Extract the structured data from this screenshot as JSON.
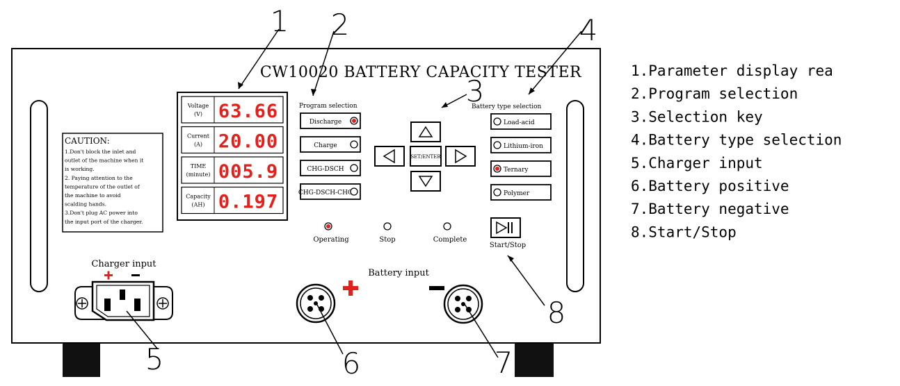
{
  "title": "CW10020 BATTERY CAPACITY TESTER",
  "callout_numbers": [
    "1",
    "2",
    "3",
    "4",
    "5",
    "6",
    "7",
    "8"
  ],
  "display": {
    "rows": [
      {
        "label_line1": "Voltage",
        "label_line2": "(V)",
        "value": "63.66"
      },
      {
        "label_line1": "Current",
        "label_line2": "(A)",
        "value": "20.00"
      },
      {
        "label_line1": "TIME",
        "label_line2": "(minute)",
        "value": "005.9"
      },
      {
        "label_line1": "Capacity",
        "label_line2": "(AH)",
        "value": "0.197"
      }
    ]
  },
  "program_selection": {
    "label": "Program selection",
    "buttons": [
      "Discharge",
      "Charge",
      "CHG-DSCH",
      "CHG-DSCH-CHG"
    ],
    "active_index": 0
  },
  "selection_keys": {
    "center_label": "SET/ENTER"
  },
  "battery_type_selection": {
    "label": "Battery type selection",
    "buttons": [
      "Load-acid",
      "Lithium-iron",
      "Ternary",
      "Polymer"
    ],
    "active_index": 2
  },
  "status": {
    "operating": "Operating",
    "stop": "Stop",
    "complete": "Complete"
  },
  "start_stop_label": "Start/Stop",
  "caution": {
    "title": "CAUTION:",
    "lines": [
      "1.Don't block the inlet and",
      "outlet of the machine when it",
      "is working.",
      "2. Paying attention to the",
      "temperature of the outlet of",
      "the machine to avoid",
      "scalding hands.",
      "3.Don't plug AC power into",
      "the input port of the charger."
    ]
  },
  "charger_input_label": "Charger input",
  "battery_input_label": "Battery input",
  "legend": [
    "1.Parameter display rea",
    "2.Program selection",
    "3.Selection key",
    "4.Battery type selection",
    "5.Charger input",
    "6.Battery positive",
    "7.Battery negative",
    "8.Start/Stop"
  ],
  "colors": {
    "led_red": "#e3201b",
    "plus_red": "#e3201b",
    "foot": "#111111"
  }
}
